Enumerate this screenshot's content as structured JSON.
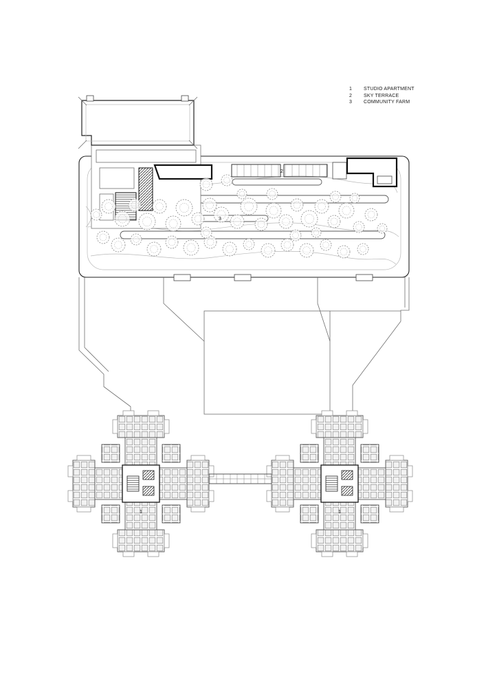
{
  "legend": {
    "items": [
      {
        "num": "1",
        "label": "STUDIO APARTMENT"
      },
      {
        "num": "2",
        "label": "SKY TERRACE"
      },
      {
        "num": "3",
        "label": "COMMUNITY FARM"
      }
    ]
  },
  "plan_labels": {
    "sky_terrace": "2",
    "community_farm": "3",
    "tower_left": "1",
    "tower_right": "1"
  },
  "colors": {
    "line": "#222222",
    "light_line": "#b8b8b8",
    "shade": "#dadada",
    "background": "#ffffff"
  },
  "trees": [
    [
      140,
      312,
      8
    ],
    [
      158,
      300,
      10
    ],
    [
      178,
      318,
      11
    ],
    [
      196,
      298,
      9
    ],
    [
      214,
      322,
      12
    ],
    [
      232,
      300,
      10
    ],
    [
      252,
      325,
      11
    ],
    [
      268,
      302,
      12
    ],
    [
      288,
      318,
      9
    ],
    [
      305,
      298,
      10
    ],
    [
      322,
      312,
      11
    ],
    [
      300,
      268,
      9
    ],
    [
      330,
      262,
      8
    ],
    [
      345,
      322,
      10
    ],
    [
      362,
      300,
      12
    ],
    [
      380,
      326,
      9
    ],
    [
      398,
      306,
      11
    ],
    [
      416,
      322,
      10
    ],
    [
      432,
      298,
      9
    ],
    [
      450,
      318,
      12
    ],
    [
      468,
      300,
      10
    ],
    [
      486,
      322,
      9
    ],
    [
      504,
      306,
      11
    ],
    [
      522,
      330,
      8
    ],
    [
      540,
      312,
      9
    ],
    [
      556,
      332,
      7
    ],
    [
      150,
      345,
      9
    ],
    [
      172,
      356,
      10
    ],
    [
      198,
      348,
      8
    ],
    [
      224,
      362,
      10
    ],
    [
      250,
      352,
      9
    ],
    [
      278,
      360,
      11
    ],
    [
      306,
      352,
      9
    ],
    [
      334,
      362,
      10
    ],
    [
      362,
      355,
      8
    ],
    [
      390,
      364,
      10
    ],
    [
      418,
      356,
      9
    ],
    [
      446,
      364,
      10
    ],
    [
      474,
      356,
      8
    ],
    [
      500,
      366,
      9
    ],
    [
      528,
      362,
      8
    ],
    [
      396,
      282,
      8
    ],
    [
      352,
      282,
      7
    ],
    [
      300,
      338,
      8
    ],
    [
      430,
      342,
      8
    ],
    [
      460,
      338,
      7
    ],
    [
      488,
      286,
      8
    ],
    [
      516,
      288,
      7
    ]
  ]
}
